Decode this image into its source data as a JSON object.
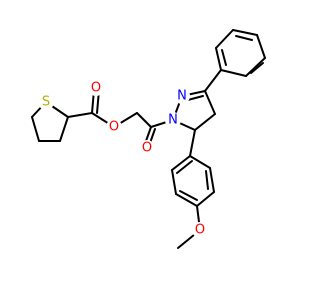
{
  "colors": {
    "background": "#ffffff",
    "bond": "#000000",
    "carbon": "#000000",
    "oxygen": "#ff0000",
    "nitrogen": "#0000ff",
    "sulfur": "#b2b200"
  },
  "atoms": {
    "s1": "S",
    "o_ester_carbonyl": "O",
    "o_ester_link": "O",
    "o_amide": "O",
    "n_imine": "N",
    "n_amide": "N",
    "o_methoxy": "O"
  }
}
